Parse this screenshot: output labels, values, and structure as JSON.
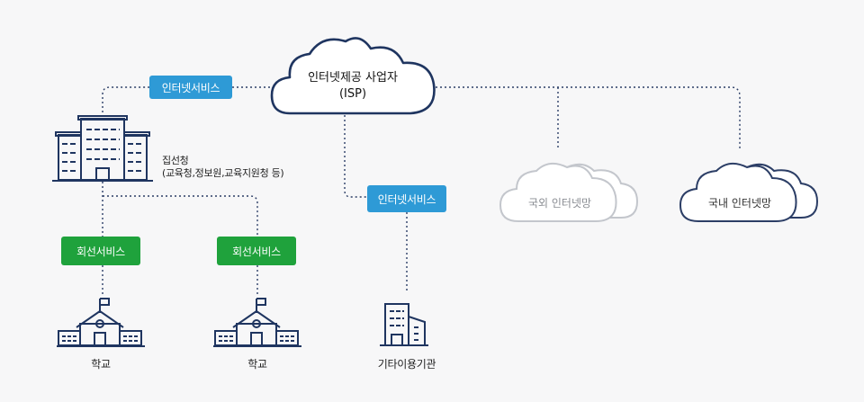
{
  "isp": {
    "line1": "인터넷제공 사업자",
    "line2": "(ISP)"
  },
  "badges": {
    "internet_service_left": "인터넷서비스",
    "internet_service_center": "인터넷서비스",
    "circuit_service_left": "회선서비스",
    "circuit_service_right": "회선서비스"
  },
  "office": {
    "name": "집선청",
    "detail": "(교육청,정보원,교육지원청 등)"
  },
  "schools": {
    "left": "학교",
    "right": "학교"
  },
  "other_org": "기타이용기관",
  "clouds": {
    "overseas": "국외 인터넷망",
    "domestic": "국내 인터넷망"
  },
  "colors": {
    "navy": "#1f3560",
    "line": "#2c3e66",
    "blue_badge": "#2e9ad6",
    "green_badge": "#1fa23c",
    "grey_cloud": "#c3c6cc"
  },
  "icons": [
    "cloud-icon",
    "office-building-icon",
    "school-icon",
    "company-building-icon"
  ]
}
